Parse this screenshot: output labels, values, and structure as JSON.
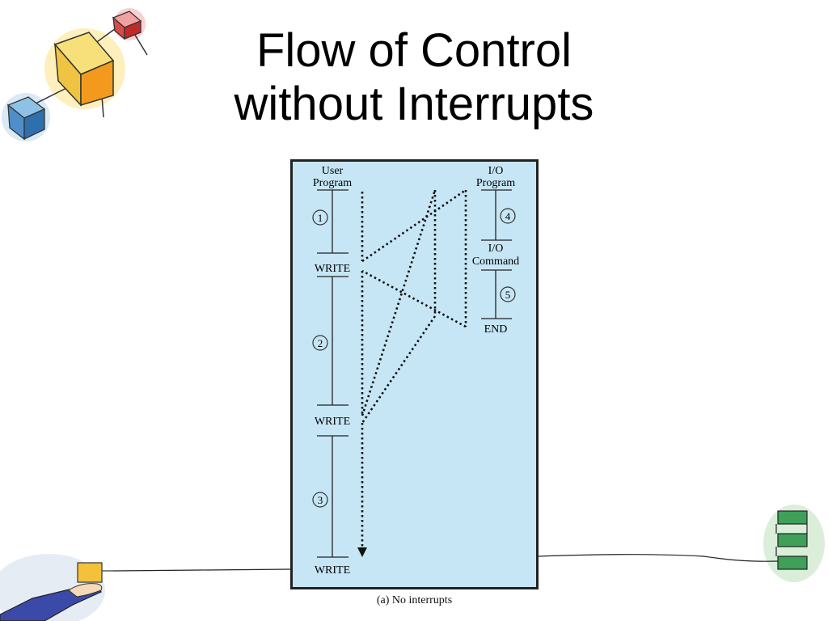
{
  "title": {
    "line1": "Flow of Control",
    "line2": "without Interrupts"
  },
  "diagram": {
    "user_program_label": [
      "User",
      "Program"
    ],
    "io_program_label": [
      "I/O",
      "Program"
    ],
    "io_command_label": [
      "I/O",
      "Command"
    ],
    "user_steps": [
      "1",
      "2",
      "3"
    ],
    "io_steps": [
      "4",
      "5"
    ],
    "write_label": "WRITE",
    "end_label": "END",
    "caption": "(a) No interrupts",
    "panel_color": "#c6e6f6",
    "border_color": "#222222"
  },
  "decorations": {
    "clipart": [
      "cube-cluster-icon",
      "hand-holding-box-icon",
      "green-flowchart-icon"
    ]
  }
}
